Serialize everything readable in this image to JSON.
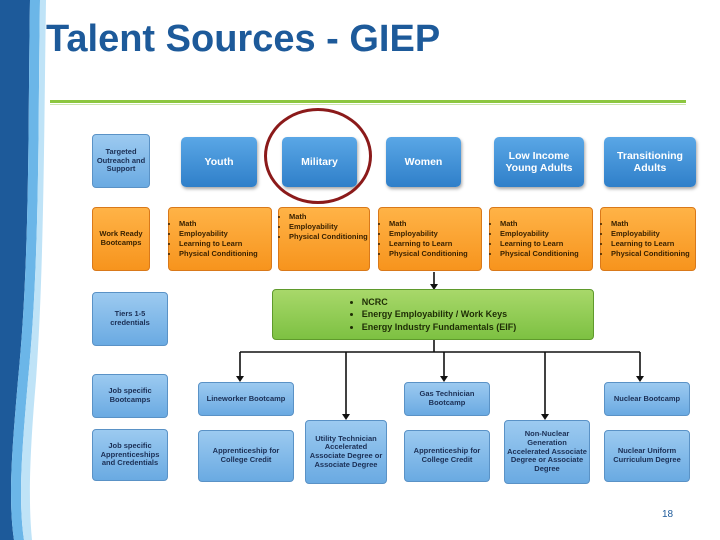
{
  "slide": {
    "title": "Talent Sources - GIEP",
    "page_number": "18",
    "colors": {
      "title": "#1d5a9a",
      "rule": "#8cc63f",
      "highlight": "#8b1a1a"
    }
  },
  "row_labels": {
    "outreach": "Targeted Outreach and Support",
    "bootcamps": "Work Ready Bootcamps",
    "credentials": "Tiers 1-5 credentials",
    "job_bootcamps": "Job specific Bootcamps",
    "job_apprenticeships": "Job specific Apprenticeships and Credentials"
  },
  "sources": [
    {
      "label": "Youth",
      "bullets": [
        "Math",
        "Employability",
        "Learning to Learn",
        "Physical Conditioning"
      ]
    },
    {
      "label": "Military",
      "bullets": [
        "Math",
        "Employability",
        "Physical Conditioning"
      ]
    },
    {
      "label": "Women",
      "bullets": [
        "Math",
        "Employability",
        "Learning to Learn",
        "Physical Conditioning"
      ]
    },
    {
      "label": "Low Income Young Adults",
      "bullets": [
        "Math",
        "Employability",
        "Learning to Learn",
        "Physical Conditioning"
      ]
    },
    {
      "label": "Transitioning Adults",
      "bullets": [
        "Math",
        "Employability",
        "Learning to Learn",
        "Physical Conditioning"
      ]
    }
  ],
  "credentials_box": {
    "bullets": [
      "NCRC",
      "Energy Employability / Work Keys",
      "Energy Industry Fundamentals (EIF)"
    ]
  },
  "pathways": {
    "lineworker_bootcamp": "Lineworker Bootcamp",
    "lineworker_apprenticeship": "Apprenticeship for College Credit",
    "utility_technician": "Utility Technician Accelerated Associate Degree or Associate Degree",
    "gas_bootcamp": "Gas Technician Bootcamp",
    "gas_apprenticeship": "Apprenticeship for College Credit",
    "non_nuclear": "Non-Nuclear Generation Accelerated Associate Degree or Associate Degree",
    "nuclear_bootcamp": "Nuclear Bootcamp",
    "nuclear_curriculum": "Nuclear Uniform Curriculum Degree"
  }
}
